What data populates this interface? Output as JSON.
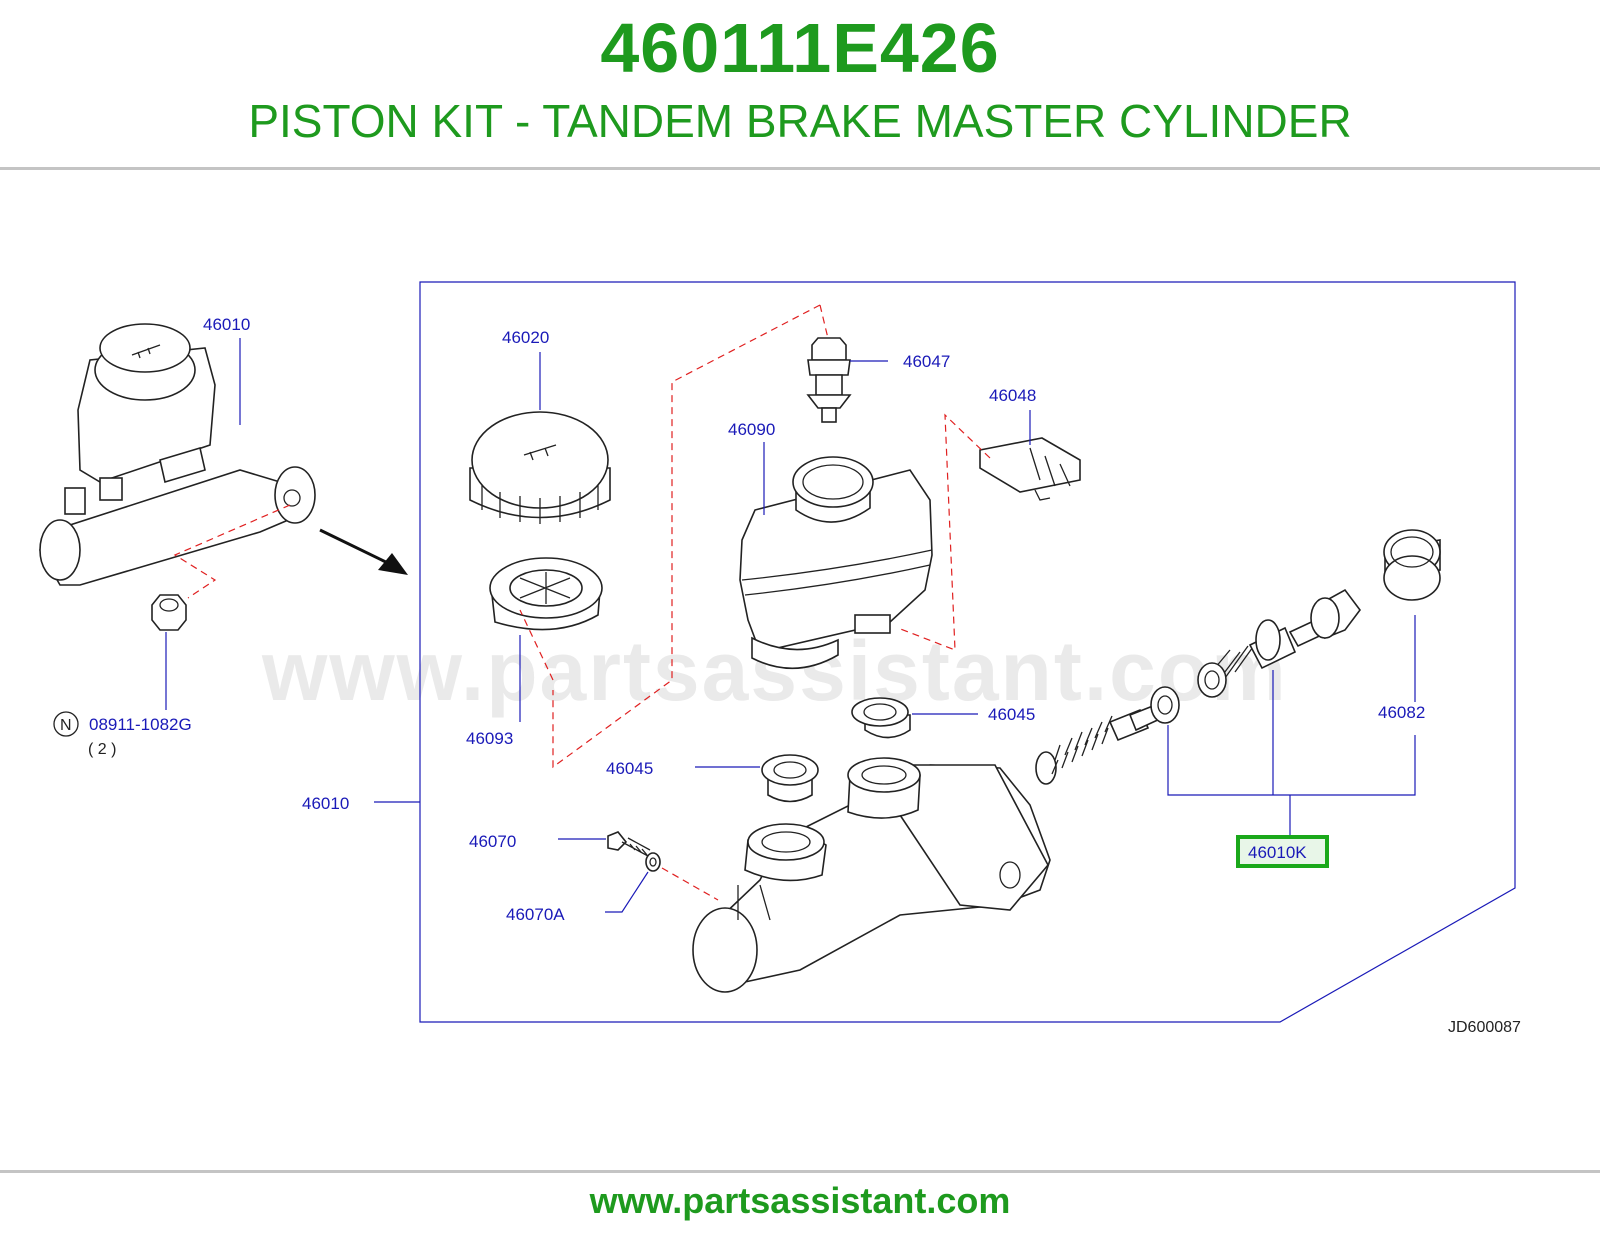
{
  "header": {
    "part_number": "460111E426",
    "title": "PISTON KIT - TANDEM BRAKE MASTER CYLINDER"
  },
  "diagram": {
    "watermark": "www.partsassistant.com",
    "drawing_code": "JD600087",
    "labels": {
      "left_assembly": "46010",
      "nut": "08911-1082G",
      "nut_prefix": "N",
      "nut_qty": "( 2 )",
      "cap": "46020",
      "strainer": "46093",
      "bolt_46047": "46047",
      "connector": "46048",
      "reservoir": "46090",
      "grommet_upper": "46045",
      "grommet_lower": "46045",
      "frame_assembly": "46010",
      "bolt_46070": "46070",
      "washer": "46070A",
      "seal_ring": "46082",
      "piston_kit": "46010K"
    },
    "highlight_color": "#1aa81a",
    "label_color": "#1a1ab8",
    "dash_color": "#e02020"
  },
  "footer": {
    "url": "www.partsassistant.com"
  }
}
